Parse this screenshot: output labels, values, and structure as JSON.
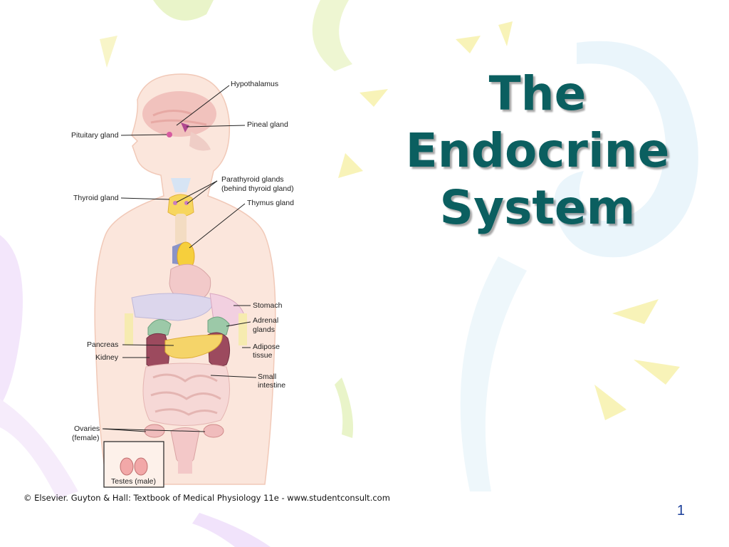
{
  "slide": {
    "title_lines": [
      "The",
      "Endocrine",
      "System"
    ],
    "page_number": "1",
    "credit": "© Elsevier. Guyton & Hall: Textbook of Medical Physiology 11e - www.studentconsult.com",
    "colors": {
      "title": "#0b5f60",
      "title_shadow": "#555555",
      "page_number": "#1b3f9a"
    }
  },
  "diagram": {
    "labels": {
      "hypothalamus": "Hypothalamus",
      "pineal": "Pineal gland",
      "pituitary": "Pituitary gland",
      "parathyroid_1": "Parathyroid glands",
      "parathyroid_2": "(behind thyroid gland)",
      "thyroid": "Thyroid gland",
      "thymus": "Thymus gland",
      "stomach": "Stomach",
      "adrenal_1": "Adrenal",
      "adrenal_2": "glands",
      "pancreas": "Pancreas",
      "adipose_1": "Adipose",
      "adipose_2": "tissue",
      "kidney": "Kidney",
      "intestine_1": "Small",
      "intestine_2": "intestine",
      "ovaries_1": "Ovaries",
      "ovaries_2": "(female)",
      "testes": "Testes (male)"
    }
  }
}
